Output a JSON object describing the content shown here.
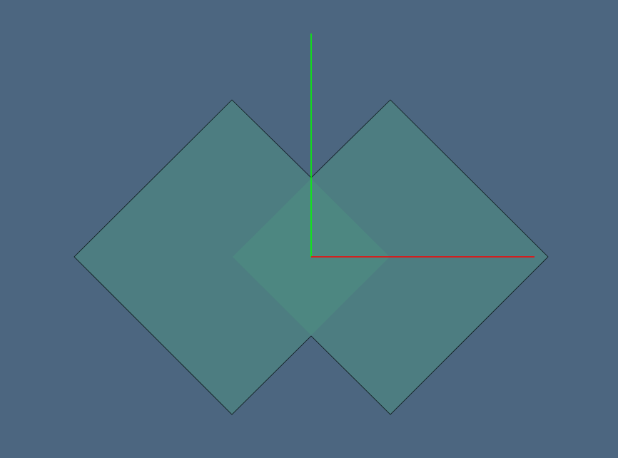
{
  "scene": {
    "background_color": "#4c6680",
    "fill_color": "#4f8f82",
    "outline_color": "#0d1a1a",
    "shapes": [
      {
        "name": "left-square",
        "kind": "rotated-square"
      },
      {
        "name": "right-square",
        "kind": "rotated-square"
      }
    ],
    "axes": [
      {
        "name": "x-axis",
        "color": "#ff0000",
        "direction": "right"
      },
      {
        "name": "y-axis",
        "color": "#00ff00",
        "direction": "up"
      }
    ]
  }
}
